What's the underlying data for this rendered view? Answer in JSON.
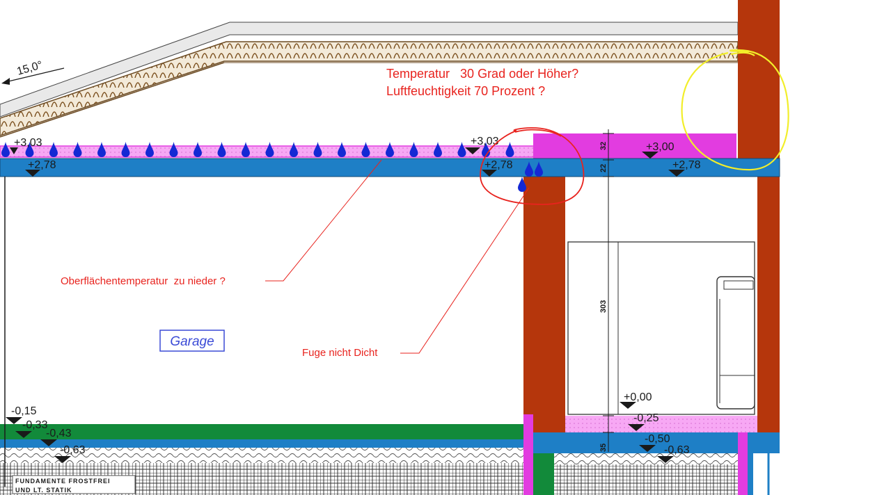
{
  "annotations": {
    "temperature": "Temperatur   30 Grad oder Höher?",
    "humidity": "Luftfeuchtigkeit 70 Prozent ?",
    "surface_temp": "Oberflächentemperatur  zu nieder ?",
    "joint": "Fuge nicht Dicht"
  },
  "room_label": "Garage",
  "roof_pitch": "15,0°",
  "levels": {
    "l_303_left": "+3,03",
    "l_278_left": "+2,78",
    "l_303_mid": "+3,03",
    "l_278_mid": "+2,78",
    "l_300_right": "+3,00",
    "l_278_right": "+2,78",
    "l_015": "-0,15",
    "l_033": "-0,33",
    "l_043": "-0,43",
    "l_063_left": "-0,63",
    "l_000": "+0,00",
    "l_025": "-0,25",
    "l_050": "-0,50",
    "l_063_right": "-0,63"
  },
  "dimensions": {
    "d_32": "32",
    "d_22": "22",
    "d_303": "303",
    "d_35": "35"
  },
  "foundation_note": {
    "line1": "Fundamente frostfrei",
    "line2": "und lt. Statik"
  },
  "colors": {
    "wall": "#b5360c",
    "slab": "#1e7fc6",
    "insulation": "#e23ce0",
    "floor": "#128a3a",
    "annotation": "#e8231e",
    "highlight": "#f2ee2a"
  }
}
